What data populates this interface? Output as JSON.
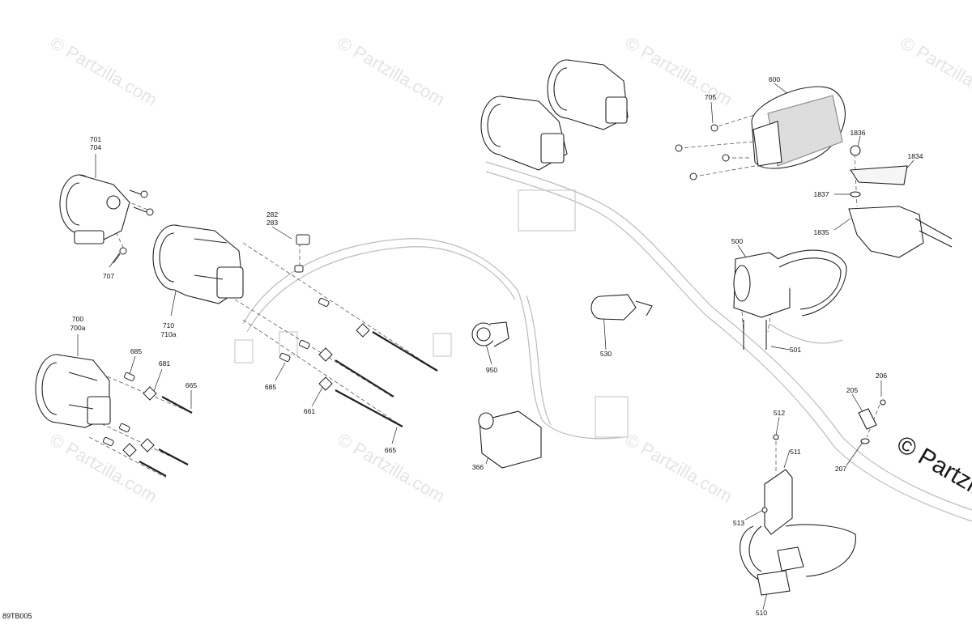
{
  "diagram_code": "89TB005",
  "watermark_text": "© Partzilla.com",
  "callouts": {
    "c701": "701",
    "c704": "704",
    "c707": "707",
    "c700": "700",
    "c700a": "700a",
    "c710": "710",
    "c710a": "710a",
    "c685a": "685",
    "c681": "681",
    "c665a": "665",
    "c685b": "685",
    "c661": "661",
    "c665b": "665",
    "c282": "282",
    "c283": "283",
    "c950": "950",
    "c530": "530",
    "c366": "366",
    "c705": "705",
    "c600": "600",
    "c1836": "1836",
    "c1834": "1834",
    "c1837": "1837",
    "c1835": "1835",
    "c500": "500",
    "c501": "501",
    "c206": "206",
    "c205": "205",
    "c207": "207",
    "c512": "512",
    "c511": "511",
    "c513": "513",
    "c510": "510"
  }
}
